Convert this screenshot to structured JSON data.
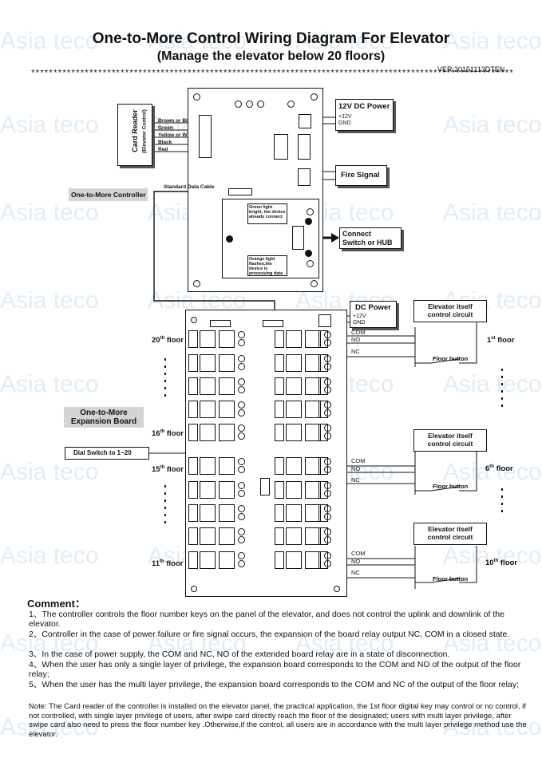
{
  "watermark": "Asia teco",
  "title": "One-to-More Control Wiring Diagram For Elevator",
  "subtitle": "(Manage the elevator below 20 floors)",
  "version": "VER:20151113DTEN",
  "stars": "**************************************************************************************************************************************",
  "card_reader": {
    "title": "Card Reader",
    "sub": "(Elevator Control)",
    "wires": [
      "Brown or Blue",
      "Green",
      "Yellow or White",
      "Black",
      "Red"
    ]
  },
  "controller_label": "One-to-More Controller",
  "standard_data_cable": "Standard Data Cable",
  "power_12v": {
    "title": "12V DC Power",
    "plus": "+12V",
    "gnd": "GND"
  },
  "fire_signal": "Fire Signal",
  "green_light": "Green light bright, the device already connect",
  "orange_light": "Orange light flashes,the device is processing data",
  "connect_switch": {
    "line1": "Connect",
    "line2": "Switch  or HUB"
  },
  "dc_power": {
    "title": "DC Power",
    "plus": "+12V",
    "gnd": "GND"
  },
  "expansion_label": {
    "line1": "One-to-More",
    "line2": "Expansion Board"
  },
  "dial_switch": "Dial Switch to 1~20",
  "floors_left": [
    {
      "num": "20",
      "suf": "th",
      "text": " floor"
    },
    {
      "num": "16",
      "suf": "th",
      "text": " floor"
    },
    {
      "num": "15",
      "suf": "th",
      "text": " floor"
    },
    {
      "num": "11",
      "suf": "th",
      "text": " floor"
    }
  ],
  "floors_right": [
    {
      "num": "1",
      "suf": "st",
      "text": " floor"
    },
    {
      "num": "6",
      "suf": "th",
      "text": " floor"
    },
    {
      "num": "10",
      "suf": "th",
      "text": " floor"
    }
  ],
  "elevator_circuit": {
    "line1": "Elevator itself",
    "line2": "control circuit"
  },
  "floor_button": "Floor button",
  "com": "COM",
  "no": "NO",
  "nc": "NC",
  "comment_title": "Comment：",
  "comments": [
    "1、The controller controls the floor number keys on the panel of the elevator, and does not control the uplink and downlink of the elevator.",
    "2、Controller in the case of power failure or fire signal occurs, the expansion of the board relay output NC, COM in a closed state.",
    "3、In the case of power supply, the COM and NC, NO of the extended board relay are in a state of disconnection.",
    "4、When the user has only a single layer of privilege, the expansion board corresponds to the COM and NO of the output of the floor relay;",
    "5、When the user has the multi layer privilege, the expansion board corresponds to the COM and NC of the output of the floor relay;"
  ],
  "note": "Note: The Card reader of the controller is installed on the elevator panel, the practical application, the 1st floor digital key may control or no control, if not controlled, with single layer privilege of users, after swipe card directly reach the floor of the designated; users with multi layer privilege, after swipe card also need to press the floor number key .Otherwise,if the control, all users are in accordance with the multi layer privilege method use the elevator."
}
